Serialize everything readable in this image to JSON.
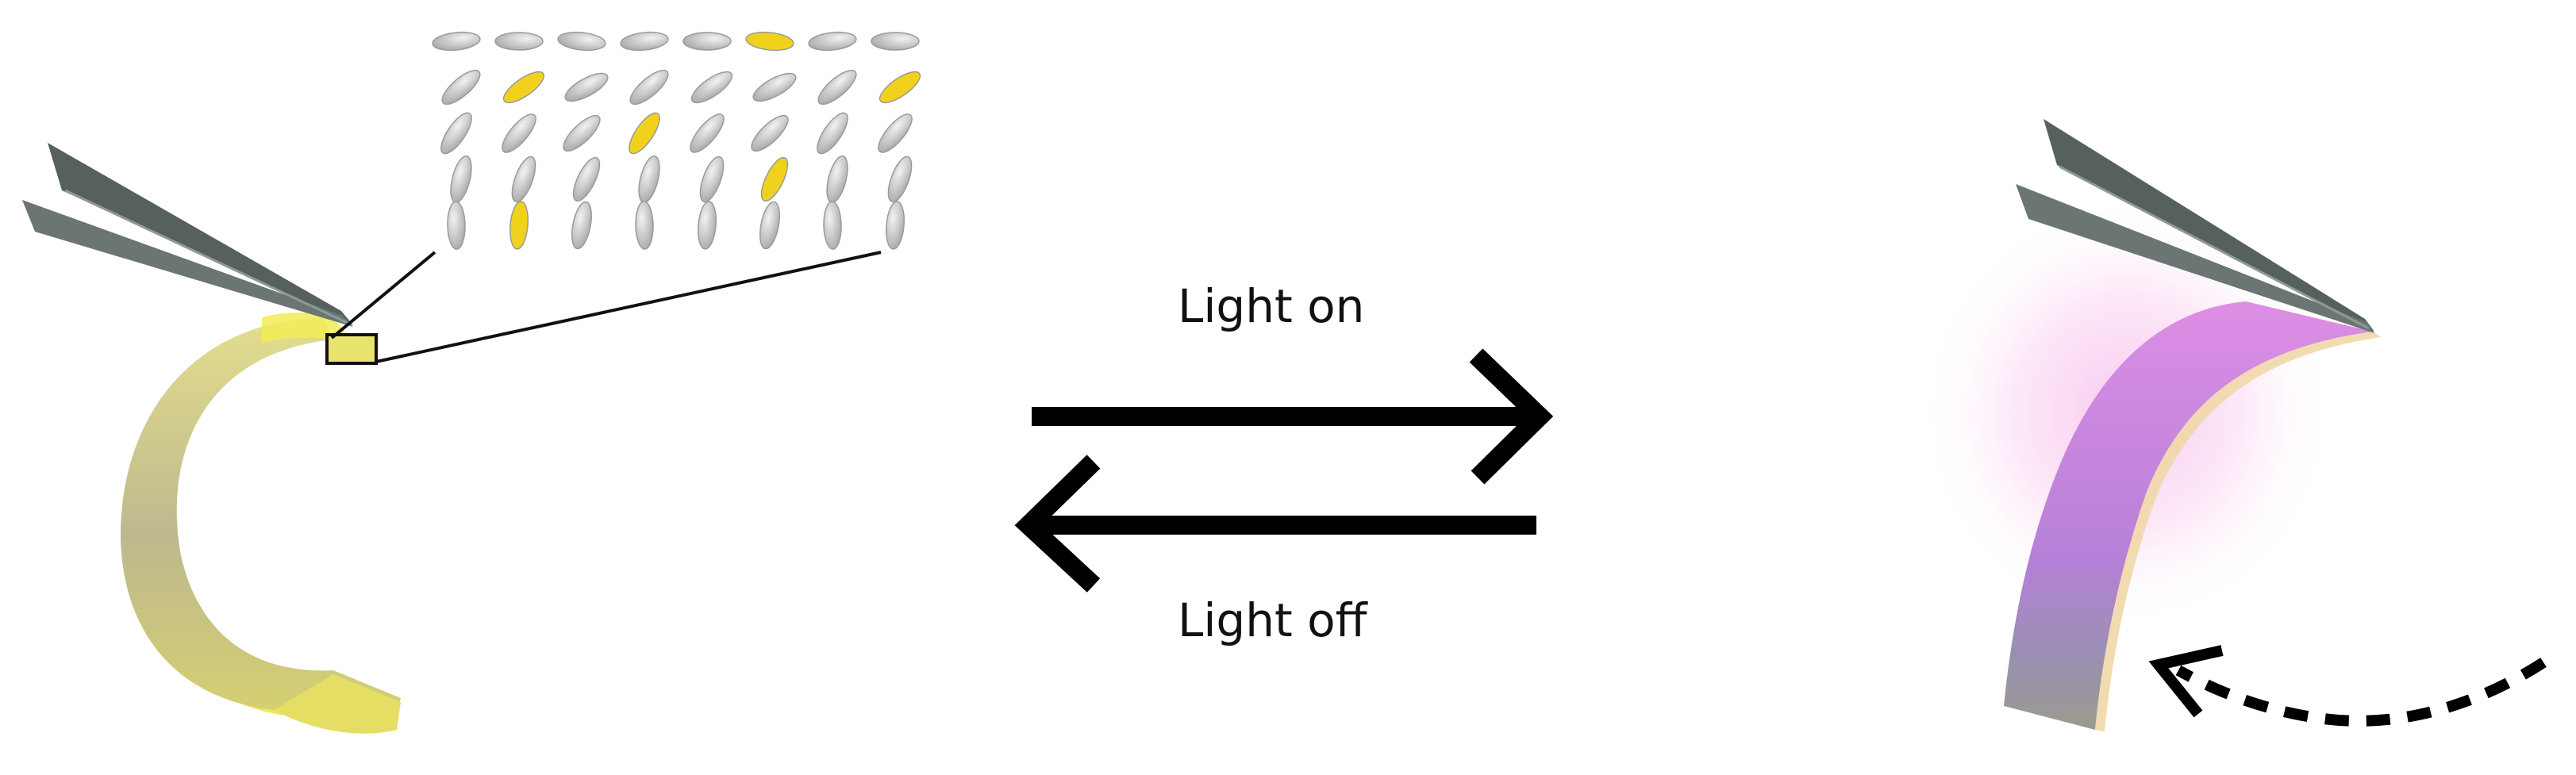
{
  "labels": {
    "light_on": "Light on",
    "light_off": "Light off"
  },
  "colors": {
    "yellow_strip": "#d9d57e",
    "yellow_edge": "#f2ec58",
    "gray_strip": "#a9a9a9",
    "tweezer": "#5a6466",
    "molecule": "#c8c8c8",
    "molecule_highlight": "#f0d21c",
    "magenta_strip": "#d27fd9",
    "magenta_glow": "#f7c6ee",
    "arrow": "#000000"
  },
  "molecules": {
    "columns": 8,
    "rows": 5
  }
}
